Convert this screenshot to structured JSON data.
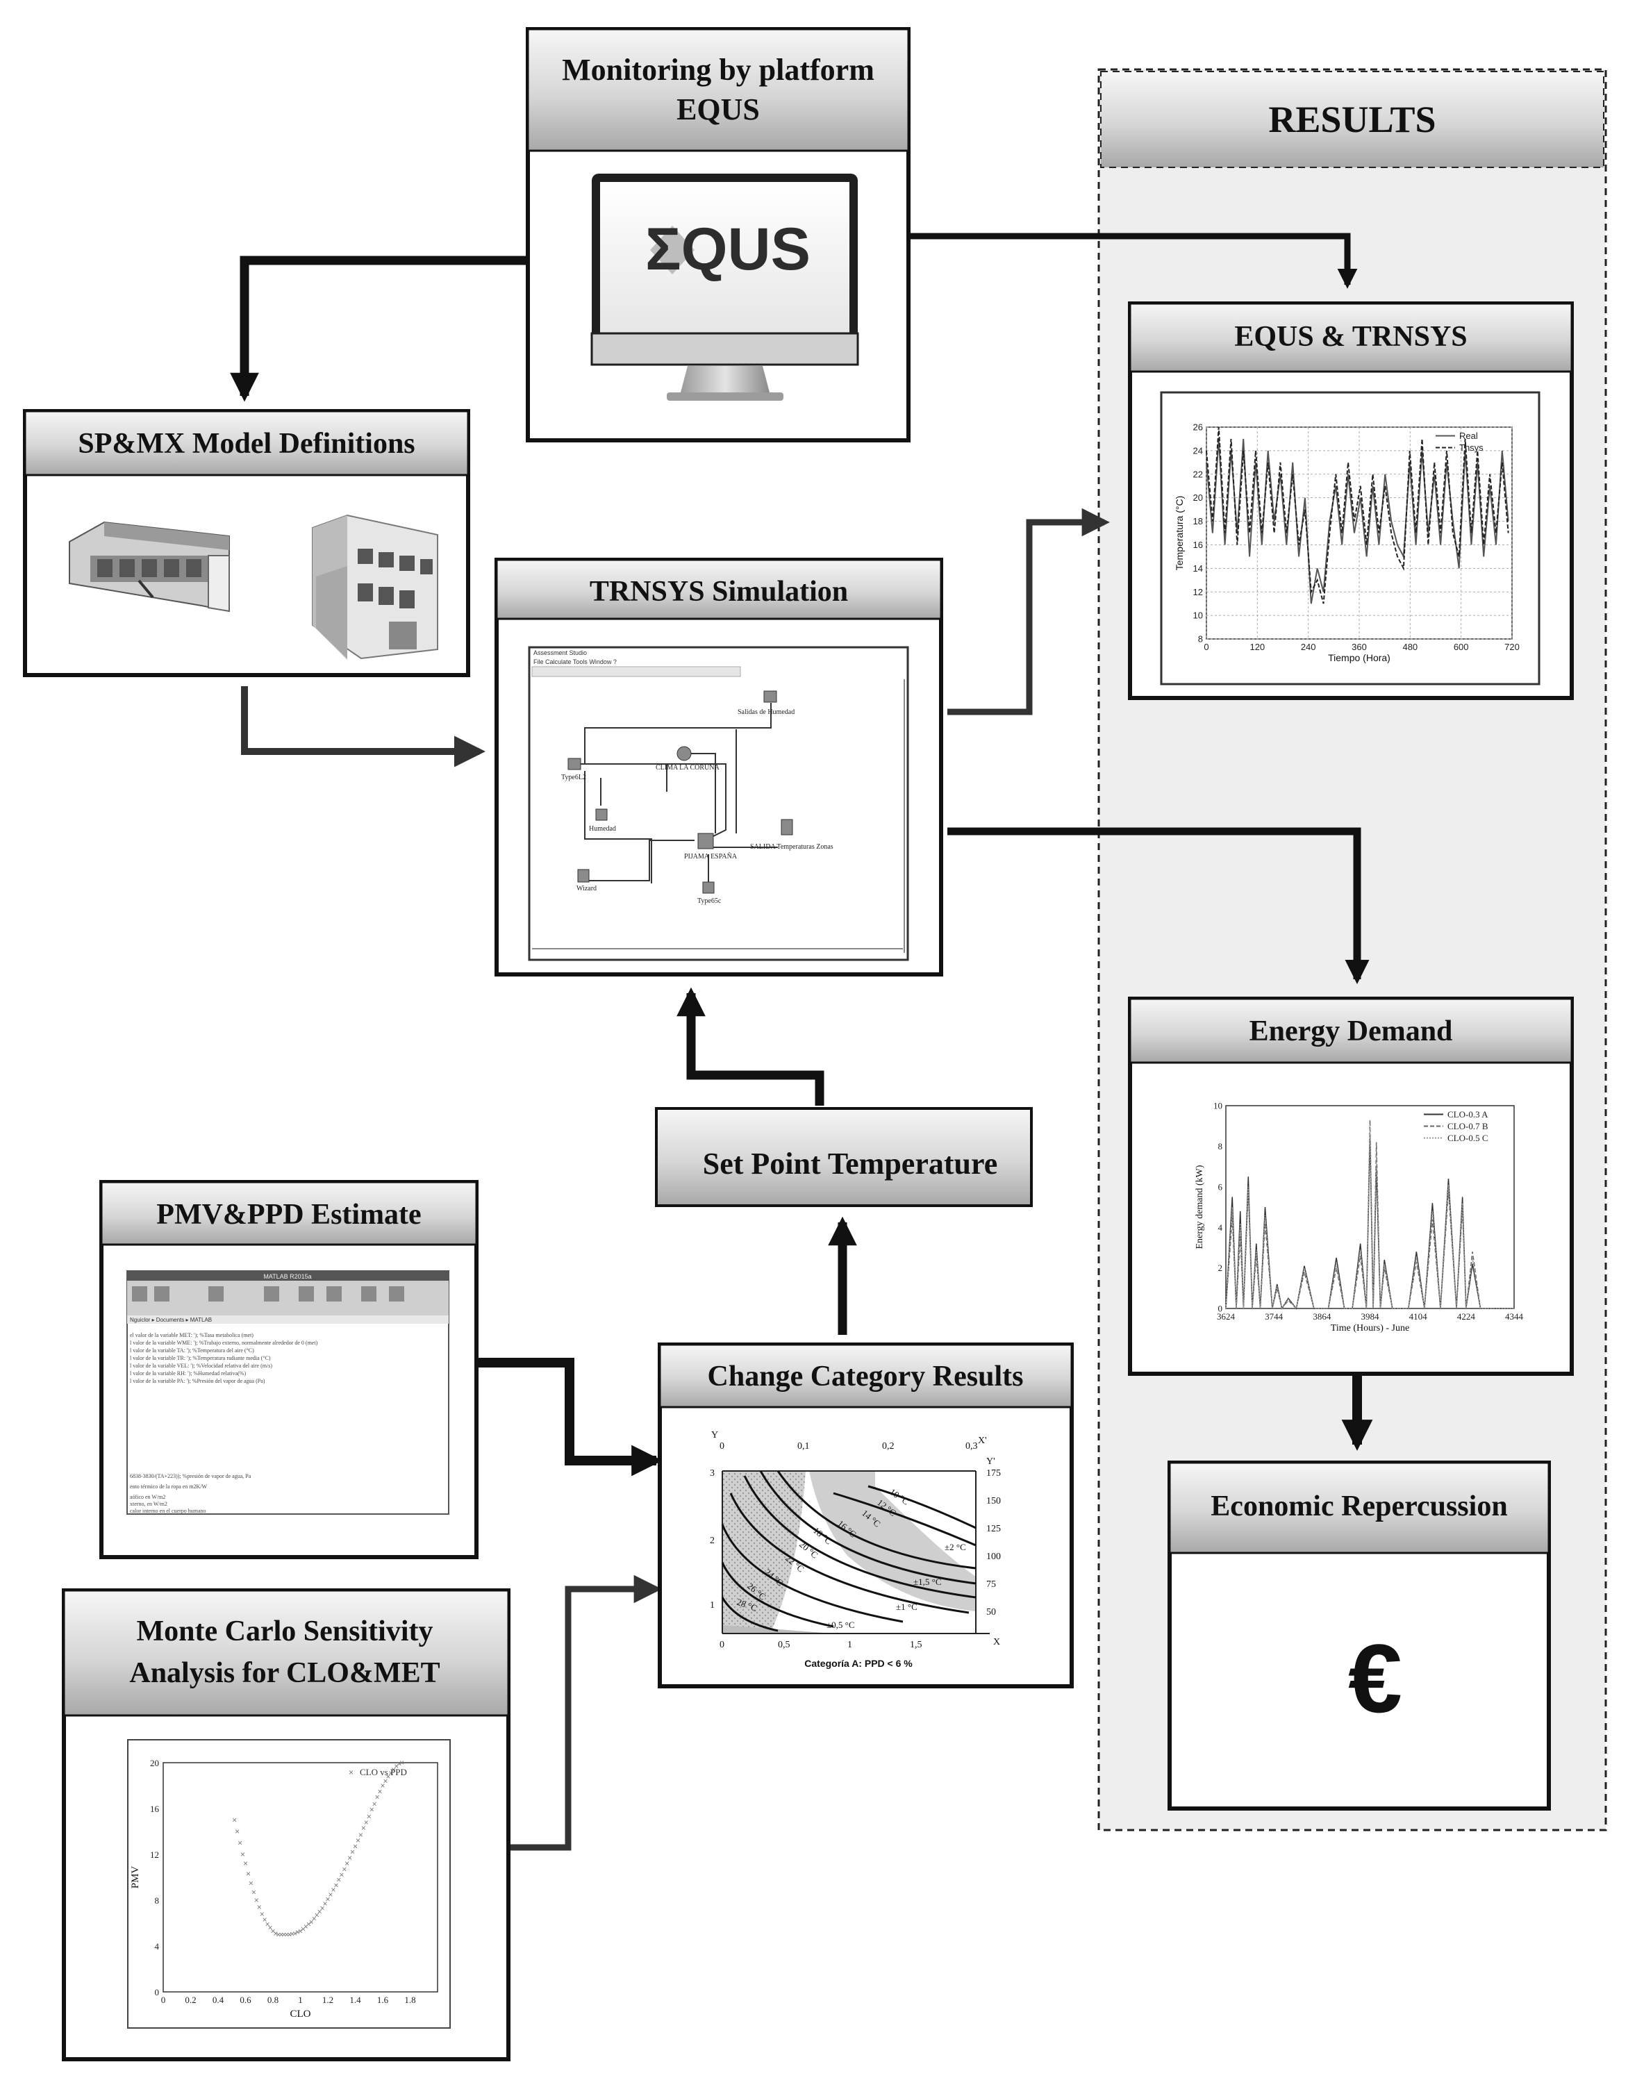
{
  "monitoring": {
    "title_line1": "Monitoring by platform",
    "title_line2": "EQUS",
    "logo": "ΣQUS"
  },
  "sp_model": {
    "title": "SP&MX Model Definitions"
  },
  "trnsys_sim": {
    "title": "TRNSYS Simulation",
    "window_title": "Assessment Studio",
    "menu": "File  Calculate  Tools  Window  ?",
    "components": [
      "Salidas de Humedad",
      "CLIMA LA CORUÑA",
      "Type6L2",
      "Humedad",
      "SALIDA Temperaturas Zonas",
      "PIJAMA ESPAÑA",
      "Wizard",
      "Type65c"
    ]
  },
  "results": {
    "title": "RESULTS"
  },
  "equs_trnsys": {
    "title": "EQUS & TRNSYS",
    "chart_data": {
      "type": "line",
      "xlabel": "Tiempo (Hora)",
      "ylabel": "Temperatura (°C)",
      "xlim": [
        0,
        744
      ],
      "ylim": [
        8,
        26
      ],
      "xticks": [
        "0",
        "120",
        "240",
        "360",
        "480",
        "600",
        "720"
      ],
      "yticks": [
        "8",
        "10",
        "12",
        "14",
        "16",
        "18",
        "20",
        "22",
        "24",
        "26"
      ],
      "grid": true,
      "legend_position": "top-right",
      "series": [
        {
          "name": "Real",
          "color": "#555555",
          "x": [
            0,
            15,
            30,
            45,
            60,
            75,
            90,
            105,
            120,
            135,
            150,
            165,
            180,
            195,
            210,
            225,
            240,
            255,
            270,
            285,
            300,
            315,
            330,
            345,
            360,
            375,
            390,
            405,
            420,
            435,
            450,
            465,
            480,
            495,
            510,
            525,
            540,
            555,
            570,
            585,
            600,
            615,
            630,
            645,
            660,
            675,
            690,
            705,
            720,
            735
          ],
          "y": [
            23,
            17,
            25,
            16,
            24,
            17,
            25,
            15,
            23,
            16,
            24,
            18,
            22,
            16,
            23,
            15,
            20,
            11,
            14,
            12,
            18,
            21,
            16,
            22,
            17,
            20,
            15,
            21,
            16,
            22,
            18,
            16,
            15,
            23,
            16,
            24,
            17,
            22,
            16,
            23,
            18,
            14,
            24,
            16,
            23,
            15,
            21,
            16,
            24,
            18
          ]
        },
        {
          "name": "Tnsys",
          "color": "#222222",
          "x": [
            0,
            15,
            30,
            45,
            60,
            75,
            90,
            105,
            120,
            135,
            150,
            165,
            180,
            195,
            210,
            225,
            240,
            255,
            270,
            285,
            300,
            315,
            330,
            345,
            360,
            375,
            390,
            405,
            420,
            435,
            450,
            465,
            480,
            495,
            510,
            525,
            540,
            555,
            570,
            585,
            600,
            615,
            630,
            645,
            660,
            675,
            690,
            705,
            720,
            735
          ],
          "y": [
            24,
            18,
            26,
            17,
            25,
            16,
            24,
            17,
            24,
            17,
            23,
            17,
            23,
            17,
            22,
            16,
            19,
            12,
            13,
            11,
            17,
            22,
            17,
            23,
            18,
            21,
            16,
            22,
            17,
            21,
            17,
            15,
            14,
            24,
            17,
            25,
            16,
            23,
            17,
            24,
            17,
            15,
            25,
            17,
            24,
            16,
            22,
            17,
            23,
            17
          ]
        }
      ]
    }
  },
  "energy_demand": {
    "title": "Energy Demand",
    "chart_data": {
      "type": "line",
      "xlabel": "Time (Hours) - June",
      "ylabel": "Energy demand (kW)",
      "xlim": [
        3624,
        4344
      ],
      "ylim": [
        0,
        10
      ],
      "xticks": [
        "3624",
        "3744",
        "3864",
        "3984",
        "4104",
        "4224",
        "4344"
      ],
      "yticks": [
        "0",
        "2",
        "4",
        "6",
        "8",
        "10"
      ],
      "grid": false,
      "legend_position": "top-right",
      "series": [
        {
          "name": "CLO-0.3 A",
          "x": [
            3624,
            3640,
            3650,
            3660,
            3668,
            3680,
            3690,
            3700,
            3710,
            3722,
            3740,
            3752,
            3764,
            3780,
            3800,
            3820,
            3844,
            3860,
            3880,
            3900,
            3920,
            3940,
            3960,
            3975,
            3984,
            3992,
            4000,
            4010,
            4020,
            4040,
            4060,
            4080,
            4100,
            4120,
            4140,
            4160,
            4180,
            4200,
            4215,
            4224,
            4240,
            4260,
            4280,
            4300,
            4320,
            4344
          ],
          "y": [
            0,
            5.5,
            0,
            4.8,
            0,
            6.5,
            0,
            3.2,
            0,
            5,
            0,
            1.2,
            0,
            0.5,
            0,
            2.1,
            0,
            0,
            0,
            2.5,
            0,
            0,
            3.2,
            0,
            8.5,
            0,
            7,
            0,
            2.4,
            0,
            0,
            0,
            2.8,
            0,
            5.2,
            0,
            6.4,
            0,
            5.5,
            0,
            2.2,
            0,
            0,
            0,
            0,
            0
          ]
        },
        {
          "name": "CLO-0.7 B",
          "x": [
            3624,
            3640,
            3650,
            3660,
            3668,
            3680,
            3690,
            3700,
            3710,
            3722,
            3740,
            3752,
            3764,
            3780,
            3800,
            3820,
            3844,
            3860,
            3880,
            3900,
            3920,
            3940,
            3960,
            3975,
            3984,
            3992,
            4000,
            4010,
            4020,
            4040,
            4060,
            4080,
            4100,
            4120,
            4140,
            4160,
            4180,
            4200,
            4215,
            4224,
            4240,
            4260,
            4280,
            4300,
            4320,
            4344
          ],
          "y": [
            0,
            4.5,
            0,
            3.6,
            0,
            5.8,
            0,
            2.6,
            0,
            4.2,
            0,
            1,
            0,
            0.4,
            0,
            1.8,
            0,
            0,
            0,
            2,
            0,
            0,
            2.6,
            0,
            9.3,
            0,
            8.2,
            0,
            2,
            0,
            0,
            0,
            2.3,
            0,
            4.4,
            0,
            5.8,
            0,
            4.9,
            0,
            2.8,
            0,
            0,
            0,
            0,
            0
          ]
        },
        {
          "name": "CLO-0.5 C",
          "x": [
            3624,
            3640,
            3650,
            3660,
            3668,
            3680,
            3690,
            3700,
            3710,
            3722,
            3740,
            3752,
            3764,
            3780,
            3800,
            3820,
            3844,
            3860,
            3880,
            3900,
            3920,
            3940,
            3960,
            3975,
            3984,
            3992,
            4000,
            4010,
            4020,
            4040,
            4060,
            4080,
            4100,
            4120,
            4140,
            4160,
            4180,
            4200,
            4215,
            4224,
            4240,
            4260,
            4280,
            4300,
            4320,
            4344
          ],
          "y": [
            0,
            5,
            0,
            4.2,
            0,
            6,
            0,
            2.9,
            0,
            4.6,
            0,
            1.1,
            0,
            0.45,
            0,
            2,
            0,
            0,
            0,
            2.2,
            0,
            0,
            2.9,
            0,
            8.9,
            0,
            7.6,
            0,
            2.2,
            0,
            0,
            0,
            2.5,
            0,
            4.8,
            0,
            6.1,
            0,
            5.2,
            0,
            2.5,
            0,
            0,
            0,
            0,
            0
          ]
        }
      ]
    }
  },
  "economic": {
    "title": "Economic Repercussion",
    "symbol": "€"
  },
  "set_point": {
    "title": "Set Point Temperature"
  },
  "pmv_ppd": {
    "title": "PMV&PPD Estimate",
    "window_title": "MATLAB R2015a",
    "path": "Nguiclor ▸ Documents ▸ MATLAB",
    "code_lines": [
      "el valor de la variable MET: '); %Tasa metabolica (met)",
      "l valor de la variable WME: '); %Trabajo externo, normalmente alrededor de 0    (met)",
      "l valor de la variable TA: '); %Temperatura del aire (°C)",
      "l valor de la variable TR: '); %Temperatura radiante media (°C)",
      "l valor de la variable VEL: '); %Velocidad relativa del aire (m/s)",
      "l valor de la variable RH: '); %Humedad relativa(%)",
      "l valor de la variable PA: '); %Presión del vapor de agua (Pa)"
    ],
    "code_lines_2": [
      "6838-3830/(TA+223)); %presión de vapor de agua, Pa",
      "ento térmico de la ropa en m2K/W",
      "aófico en W/m2",
      "xterno, en W/m2",
      "calor interno en el cuerpo humano"
    ]
  },
  "change_category": {
    "title": "Change Category Results",
    "caption": "Categoría A: PPD < 6 %",
    "y_axis": "Y",
    "y2_axis": "Y'",
    "x_axis": "X",
    "x2_axis": "X'",
    "x_ticks": [
      "0",
      "0,5",
      "1",
      "1,5"
    ],
    "x2_ticks": [
      "0",
      "0,1",
      "0,2",
      "0,3"
    ],
    "y_ticks": [
      "1",
      "2",
      "3"
    ],
    "y2_ticks": [
      "50",
      "75",
      "100",
      "125",
      "150",
      "175"
    ],
    "curve_labels": [
      "10 °C",
      "12 °C",
      "14 °C",
      "16 °C",
      "18 °C",
      "20 °C",
      "22 °C",
      "24 °C",
      "26 °C",
      "28 °C"
    ],
    "band_labels": [
      "±2 °C",
      "±1,5 °C",
      "±1 °C",
      "±0,5 °C"
    ]
  },
  "monte_carlo": {
    "title_line1": "Monte Carlo Sensitivity",
    "title_line2": "Analysis for CLO&MET",
    "chart_data": {
      "type": "scatter",
      "xlabel": "CLO",
      "ylabel": "PMV",
      "xlim": [
        0,
        2.0
      ],
      "ylim": [
        0,
        20
      ],
      "xticks": [
        "0",
        "0.2",
        "0.4",
        "0.6",
        "0.8",
        "1",
        "1.2",
        "1.4",
        "1.6",
        "1.8"
      ],
      "yticks": [
        "0",
        "4",
        "8",
        "12",
        "16",
        "20"
      ],
      "legend_position": "top-right",
      "series": [
        {
          "name": "CLO vs PPD",
          "x": [
            0.52,
            0.54,
            0.56,
            0.58,
            0.6,
            0.62,
            0.64,
            0.66,
            0.68,
            0.7,
            0.72,
            0.74,
            0.76,
            0.78,
            0.8,
            0.82,
            0.84,
            0.86,
            0.88,
            0.9,
            0.92,
            0.94,
            0.96,
            0.98,
            1.0,
            1.02,
            1.04,
            1.06,
            1.08,
            1.1,
            1.12,
            1.14,
            1.16,
            1.18,
            1.2,
            1.22,
            1.24,
            1.26,
            1.28,
            1.3,
            1.32,
            1.34,
            1.36,
            1.38,
            1.4,
            1.42,
            1.44,
            1.46,
            1.48,
            1.5,
            1.52,
            1.54,
            1.56,
            1.58,
            1.6,
            1.62,
            1.64,
            1.66,
            1.68,
            1.7,
            1.72,
            1.74
          ],
          "y": [
            15,
            14,
            13,
            12,
            11.2,
            10.3,
            9.5,
            8.7,
            8,
            7.4,
            6.8,
            6.3,
            5.9,
            5.6,
            5.3,
            5.1,
            5,
            5,
            5,
            5,
            5,
            5.05,
            5.1,
            5.2,
            5.3,
            5.5,
            5.7,
            5.9,
            6.1,
            6.4,
            6.7,
            7,
            7.3,
            7.7,
            8.1,
            8.5,
            8.9,
            9.3,
            9.8,
            10.2,
            10.7,
            11.2,
            11.7,
            12.2,
            12.7,
            13.2,
            13.7,
            14.3,
            14.8,
            15.3,
            15.9,
            16.4,
            17,
            17.5,
            18,
            18.4,
            18.8,
            19.1,
            19.4,
            19.7,
            19.9,
            20
          ]
        }
      ]
    }
  }
}
